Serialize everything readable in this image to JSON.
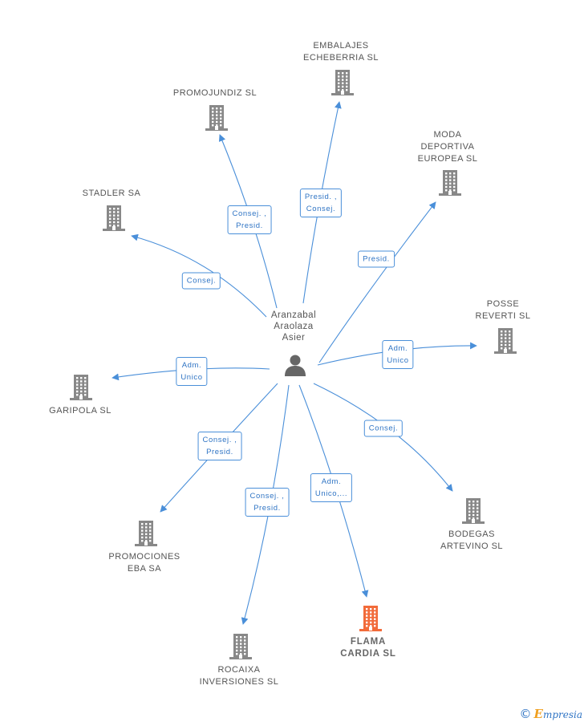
{
  "center": {
    "name": "Aranzabal\nAraolaza\nAsier",
    "icon": "person-icon"
  },
  "colors": {
    "edge": "#4a8fd9",
    "building": "#888888",
    "building_highlight": "#f26b3a"
  },
  "nodes": [
    {
      "id": "embalajes",
      "label": "EMBALAJES\nECHEBERRIA SL",
      "relation": "Presid. ,\nConsej.",
      "highlight": false
    },
    {
      "id": "promojundiz",
      "label": "PROMOJUNDIZ SL",
      "relation": "Consej. ,\nPresid.",
      "highlight": false
    },
    {
      "id": "moda",
      "label": "MODA\nDEPORTIVA\nEUROPEA SL",
      "relation": "Presid.",
      "highlight": false
    },
    {
      "id": "stadler",
      "label": "STADLER SA",
      "relation": "Consej.",
      "highlight": false
    },
    {
      "id": "posse",
      "label": "POSSE\nREVERTI SL",
      "relation": "Adm.\nUnico",
      "highlight": false
    },
    {
      "id": "garipola",
      "label": "GARIPOLA SL",
      "relation": "Adm.\nUnico",
      "highlight": false
    },
    {
      "id": "bodegas",
      "label": "BODEGAS\nARTEVINO SL",
      "relation": "Consej.",
      "highlight": false
    },
    {
      "id": "promociones",
      "label": "PROMOCIONES\nEBA SA",
      "relation": "Consej. ,\nPresid.",
      "highlight": false
    },
    {
      "id": "rocaixa",
      "label": "ROCAIXA\nINVERSIONES SL",
      "relation": "Consej. ,\nPresid.",
      "highlight": false
    },
    {
      "id": "flama",
      "label": "FLAMA\nCARDIA SL",
      "relation": "Adm.\nUnico,...",
      "highlight": true
    }
  ],
  "footer": {
    "copyright": "©",
    "brand_first": "E",
    "brand_rest": "mpresia"
  }
}
